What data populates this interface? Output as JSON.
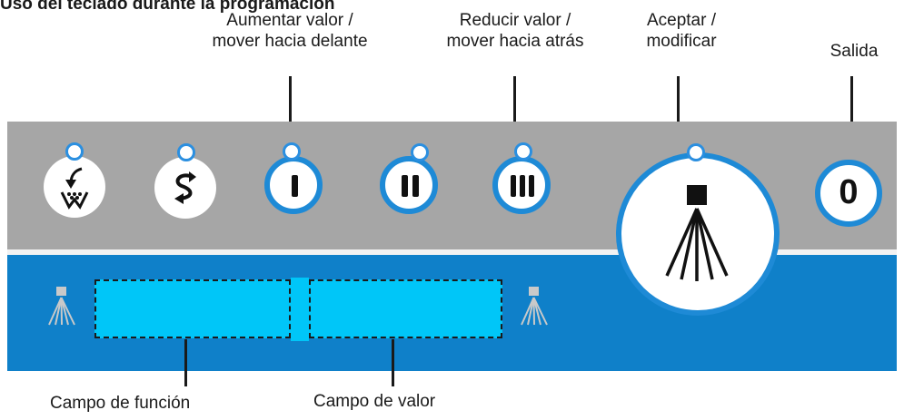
{
  "heading": "Uso del teclado durante la programación",
  "labels": {
    "increase": [
      "Aumentar valor /",
      "mover hacia delante"
    ],
    "decrease": [
      "Reducir valor /",
      "mover hacia atrás"
    ],
    "accept": [
      "Aceptar /",
      "modificar"
    ],
    "exit": "Salida",
    "function_field": "Campo de función",
    "value_field": "Campo de valor"
  },
  "buttons": [
    {
      "name": "detergent-button",
      "icon": "detergent-icon"
    },
    {
      "name": "rinse-aid-button",
      "icon": "rinse-cycle-icon"
    },
    {
      "name": "program-i-button",
      "icon": "roman-one-icon"
    },
    {
      "name": "program-ii-button",
      "icon": "roman-two-icon"
    },
    {
      "name": "program-iii-button",
      "icon": "roman-three-icon"
    },
    {
      "name": "start-button",
      "icon": "spray-nozzle-icon"
    },
    {
      "name": "off-button",
      "icon": "zero-icon",
      "text": "0"
    }
  ],
  "colors": {
    "panel_grey": "#a6a6a6",
    "panel_blue": "#0f80c9",
    "display_field": "#00c6f8",
    "button_ring": "#1e8ad6"
  }
}
